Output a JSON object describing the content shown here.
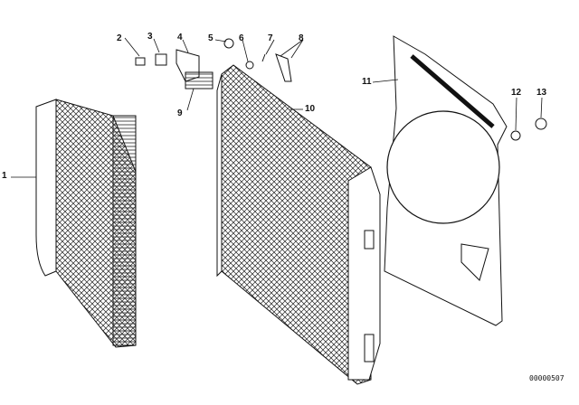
{
  "diagram": {
    "part_labels": [
      "1",
      "2",
      "3",
      "4",
      "5",
      "6",
      "7",
      "8",
      "9",
      "10",
      "11",
      "12",
      "13"
    ],
    "drawing_code": "00000507"
  }
}
